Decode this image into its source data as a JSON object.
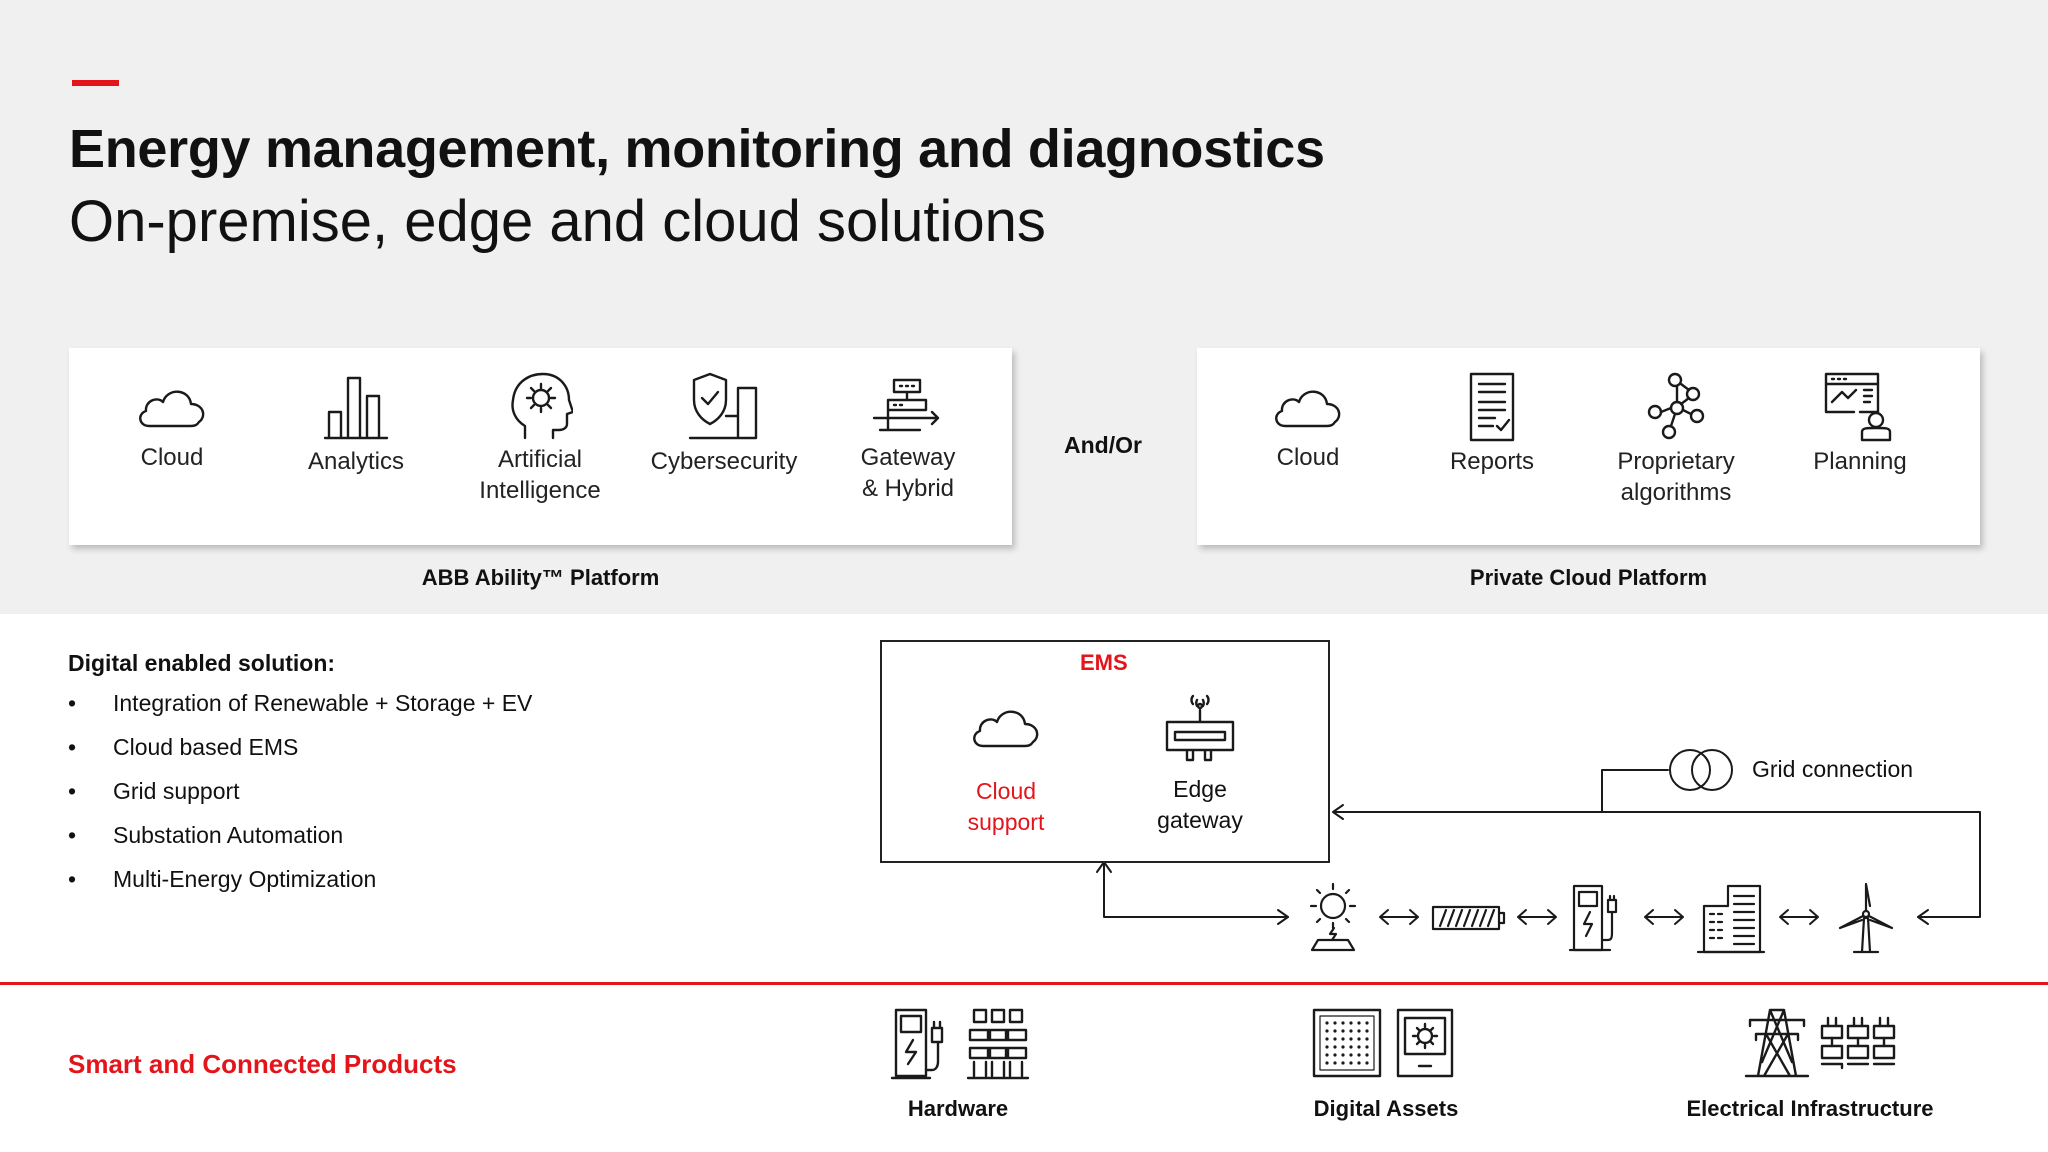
{
  "header": {
    "title": "Energy management, monitoring and diagnostics",
    "subtitle": "On-premise, edge and cloud solutions",
    "accent_color": "#e4141b"
  },
  "left_platform": {
    "caption": "ABB Ability™ Platform",
    "items": [
      {
        "icon": "cloud-icon",
        "label_line1": "Cloud",
        "label_line2": ""
      },
      {
        "icon": "analytics-icon",
        "label_line1": "Analytics",
        "label_line2": ""
      },
      {
        "icon": "ai-head-icon",
        "label_line1": "Artificial",
        "label_line2": "Intelligence"
      },
      {
        "icon": "cybersecurity-shield-icon",
        "label_line1": "Cybersecurity",
        "label_line2": ""
      },
      {
        "icon": "gateway-icon",
        "label_line1": "Gateway",
        "label_line2": "& Hybrid"
      }
    ]
  },
  "connector_label": "And/Or",
  "right_platform": {
    "caption": "Private Cloud Platform",
    "items": [
      {
        "icon": "cloud-icon",
        "label_line1": "Cloud",
        "label_line2": ""
      },
      {
        "icon": "report-icon",
        "label_line1": "Reports",
        "label_line2": ""
      },
      {
        "icon": "network-nodes-icon",
        "label_line1": "Proprietary",
        "label_line2": "algorithms"
      },
      {
        "icon": "planning-icon",
        "label_line1": "Planning",
        "label_line2": ""
      }
    ]
  },
  "digital_solution": {
    "title": "Digital enabled solution:",
    "bullets": [
      "Integration of Renewable + Storage + EV",
      "Cloud based EMS",
      "Grid support",
      "Substation Automation",
      "Multi-Energy Optimization"
    ],
    "bullet_char": "•"
  },
  "ems": {
    "label": "EMS",
    "cloud_line1": "Cloud",
    "cloud_line2": "support",
    "edge_line1": "Edge",
    "edge_line2": "gateway"
  },
  "grid_connection": "Grid connection",
  "energy_chain": [
    "solar-icon",
    "battery-icon",
    "ev-charger-icon",
    "building-icon",
    "wind-turbine-icon"
  ],
  "products": {
    "title": "Smart and Connected Products",
    "groups": [
      {
        "label": "Hardware",
        "icons": [
          "ev-charger-icon",
          "breaker-icon"
        ]
      },
      {
        "label": "Digital Assets",
        "icons": [
          "panel-icon",
          "relay-device-icon"
        ]
      },
      {
        "label": "Electrical Infrastructure",
        "icons": [
          "transmission-tower-icon",
          "switchgear-icon"
        ]
      }
    ]
  }
}
